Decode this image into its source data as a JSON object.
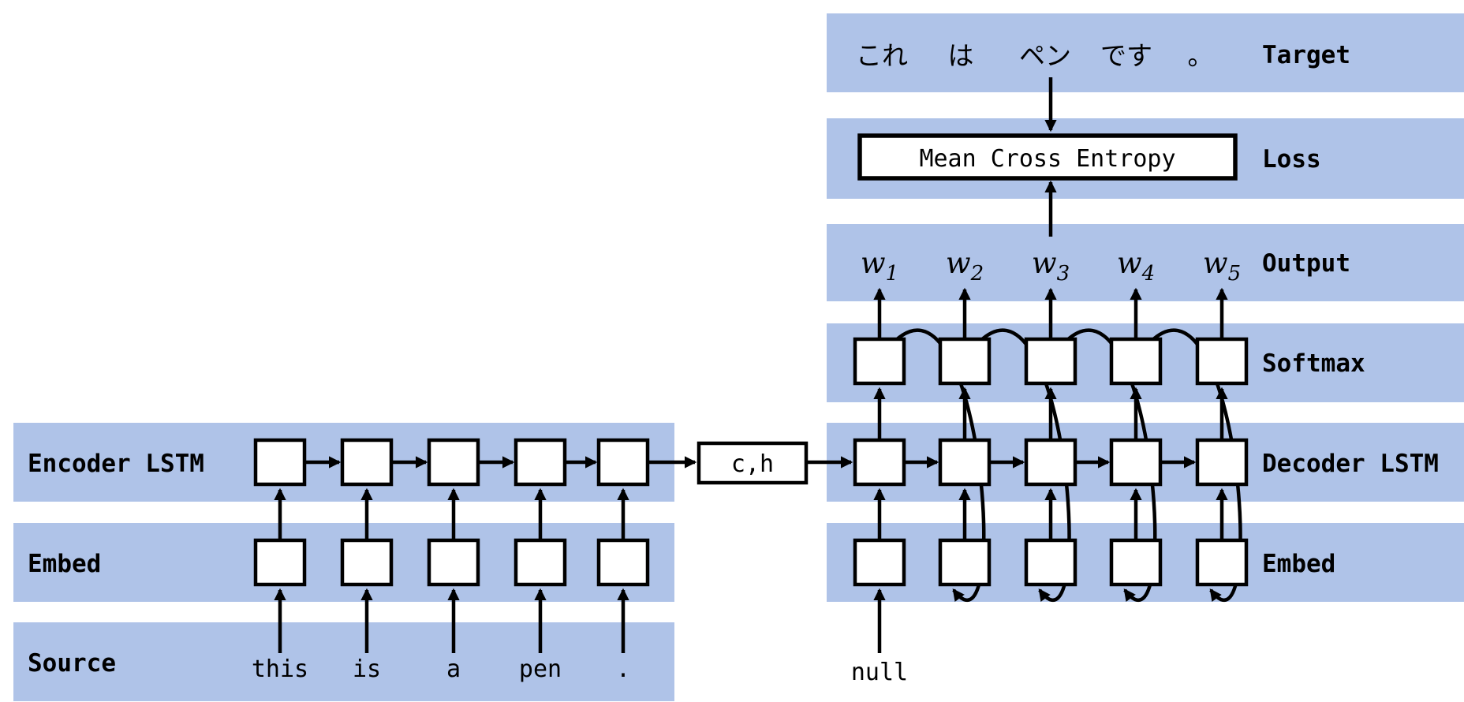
{
  "diagram": {
    "colors": {
      "band": "#afc3e8",
      "line": "#000000",
      "box_fill": "#ffffff"
    },
    "left": {
      "encoder_label": "Encoder LSTM",
      "embed_label": "Embed",
      "source_label": "Source",
      "source_tokens": [
        "this",
        "is",
        "a",
        "pen",
        "."
      ]
    },
    "bridge": {
      "state_label": "c,h"
    },
    "right": {
      "target_label": "Target",
      "loss_label": "Loss",
      "output_label": "Output",
      "softmax_label": "Softmax",
      "decoder_label": "Decoder LSTM",
      "embed_label": "Embed",
      "target_tokens": [
        "これ",
        "は",
        "ペン",
        "です",
        "。"
      ],
      "loss_box_label": "Mean Cross Entropy",
      "output_base": "w",
      "output_subscripts": [
        "1",
        "2",
        "3",
        "4",
        "5"
      ],
      "null_label": "null"
    }
  }
}
